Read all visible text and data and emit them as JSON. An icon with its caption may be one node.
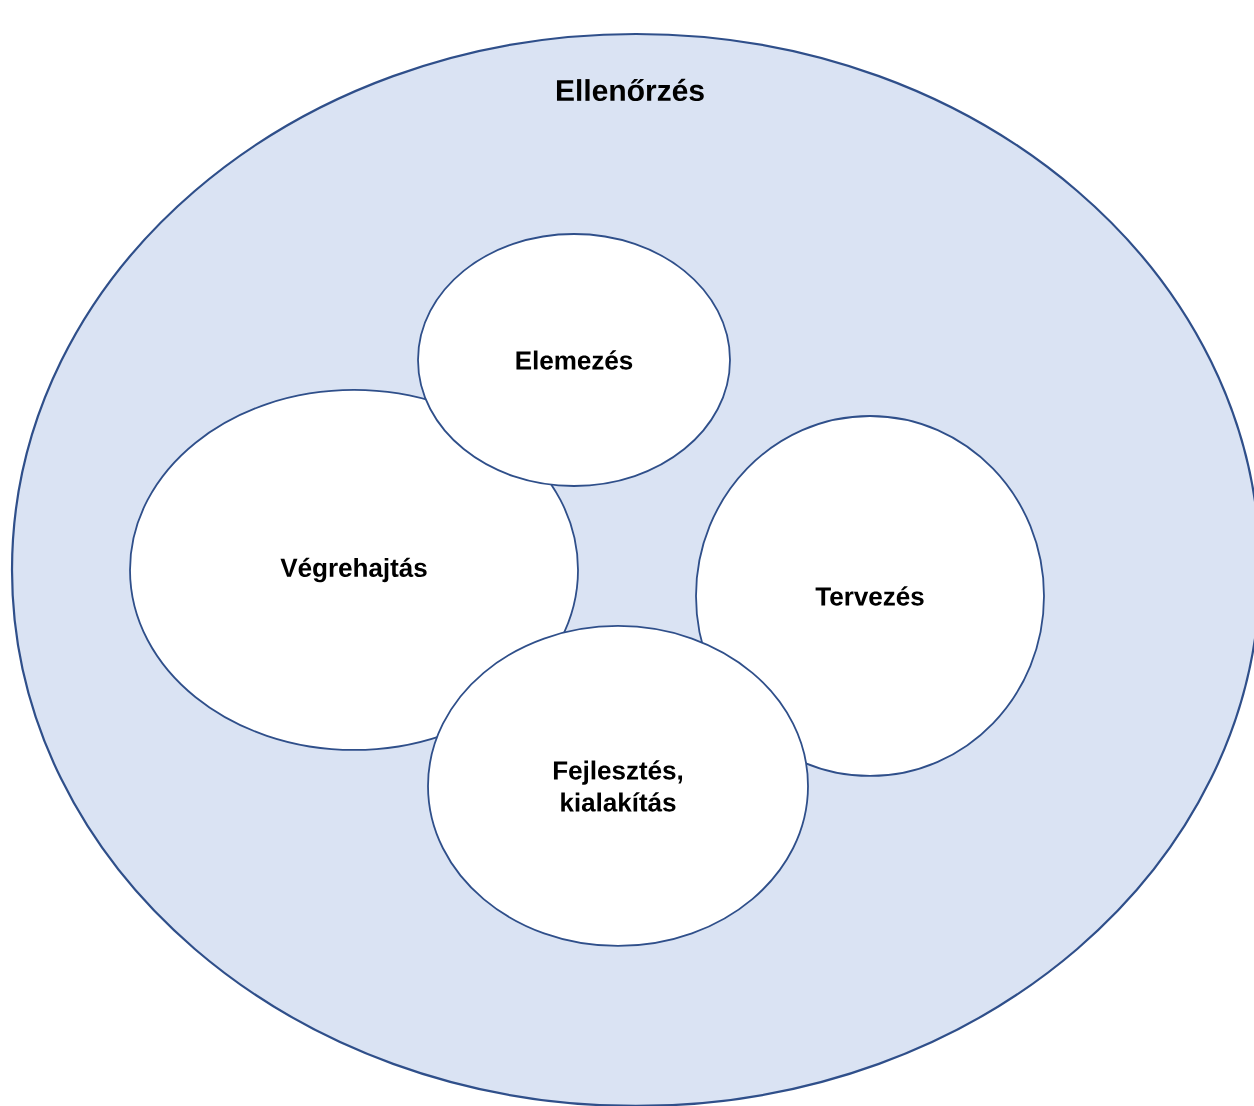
{
  "diagram": {
    "nodes": [
      {
        "text": [
          "Ellenőrzés"
        ]
      },
      {
        "text": [
          "Elemezés"
        ],
        "in": 0
      },
      {
        "text": [
          "Végrehajtás"
        ],
        "in": 0
      },
      {
        "text": [
          "Tervezés"
        ],
        "in": 0
      },
      {
        "text": [
          "Fejlesztés, kialakítás"
        ],
        "in": 0
      }
    ]
  }
}
